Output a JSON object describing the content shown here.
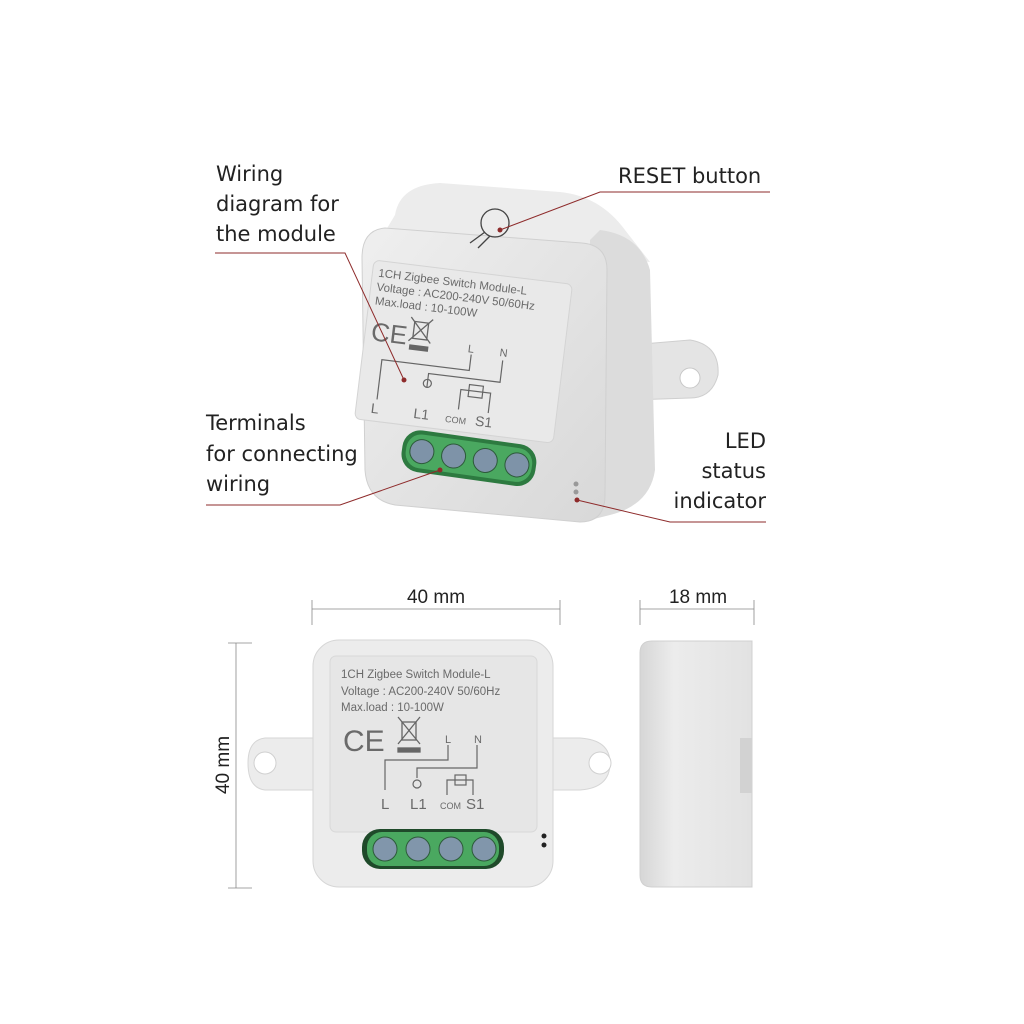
{
  "callouts": {
    "wiring": [
      "Wiring",
      "diagram for",
      "the module"
    ],
    "reset": [
      "RESET button"
    ],
    "terminals": [
      "Terminals",
      "for connecting",
      "wiring"
    ],
    "led": [
      "LED",
      "status",
      "indicator"
    ]
  },
  "device_label": {
    "line1": "1CH Zigbee Switch Module-L",
    "line2": "Voltage : AC200-240V 50/60Hz",
    "line3": "Max.load : 10-100W",
    "ce": "CE",
    "terminal_top": [
      "L",
      "N"
    ],
    "terminal_bottom": [
      "L",
      "L1",
      "COM",
      "S1"
    ]
  },
  "dimensions": {
    "width": "40 mm",
    "depth": "18 mm",
    "height": "40 mm"
  },
  "colors": {
    "callout_line": "#8e2b2b",
    "device_body": "#e6e6e6",
    "terminal_block": "#3f9a55"
  }
}
